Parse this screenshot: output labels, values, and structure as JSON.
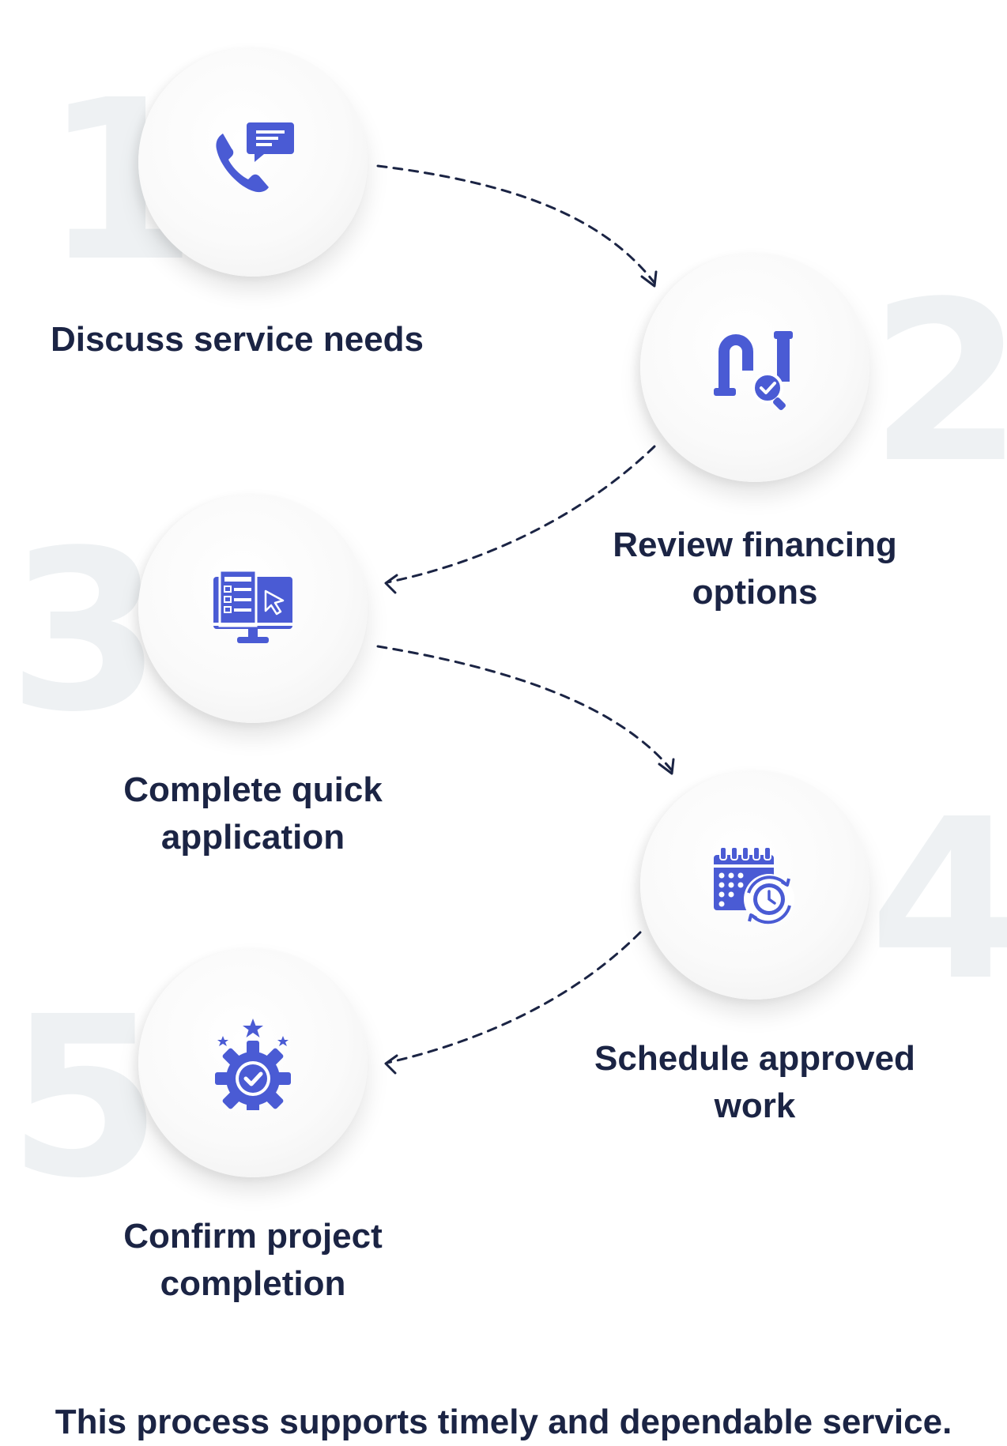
{
  "steps": [
    {
      "number": "1",
      "label": "Discuss service needs",
      "icon": "phone-chat-icon"
    },
    {
      "number": "2",
      "label": "Review financing\noptions",
      "icon": "pipe-inspection-icon"
    },
    {
      "number": "3",
      "label": "Complete quick\napplication",
      "icon": "computer-form-icon"
    },
    {
      "number": "4",
      "label": "Schedule approved\nwork",
      "icon": "calendar-clock-icon"
    },
    {
      "number": "5",
      "label": "Confirm project\ncompletion",
      "icon": "gear-check-icon"
    }
  ],
  "footer": "This process supports timely and dependable service.",
  "colors": {
    "icon": "#4a5bd4",
    "text": "#1b2444",
    "connector": "#1b2444",
    "number_bg": "#eef1f3"
  }
}
